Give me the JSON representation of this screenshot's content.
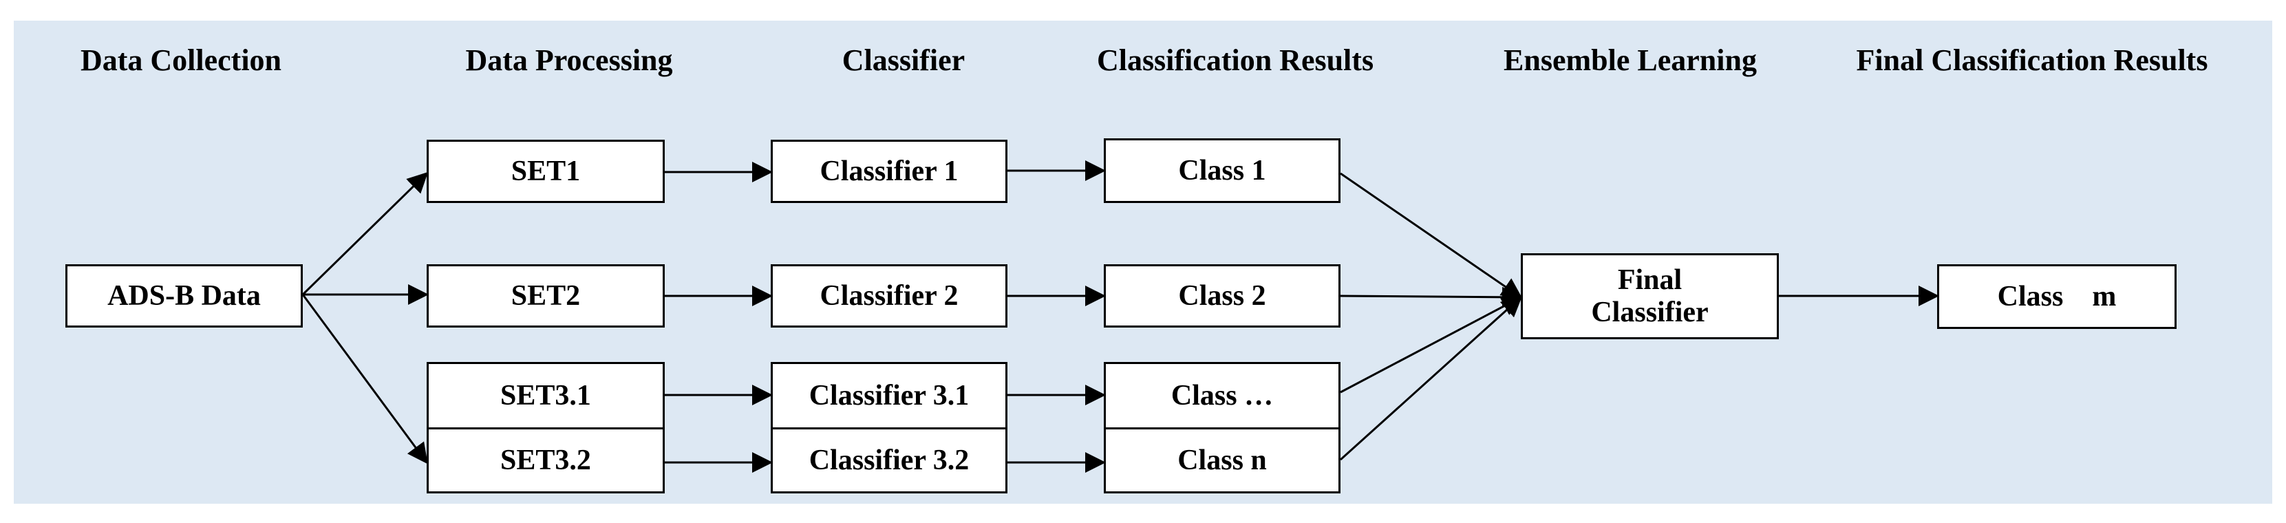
{
  "headers": {
    "data_collection": "Data Collection",
    "data_processing": "Data Processing",
    "classifier": "Classifier",
    "classification_results": "Classification Results",
    "ensemble_learning": "Ensemble Learning",
    "final_results": "Final Classification Results"
  },
  "nodes": {
    "ads_b": "ADS-B Data",
    "set1": "SET1",
    "set2": "SET2",
    "set3_1": "SET3.1",
    "set3_2": "SET3.2",
    "classifier1": "Classifier 1",
    "classifier2": "Classifier 2",
    "classifier3_1": "Classifier 3.1",
    "classifier3_2": "Classifier 3.2",
    "class1": "Class 1",
    "class2": "Class 2",
    "class_ellipsis": "Class …",
    "class_n": "Class n",
    "final_classifier": "Final\nClassifier",
    "class_m": "Class    m"
  },
  "colors": {
    "background": "#dde8f3",
    "box_fill": "#ffffff",
    "line": "#000000"
  }
}
